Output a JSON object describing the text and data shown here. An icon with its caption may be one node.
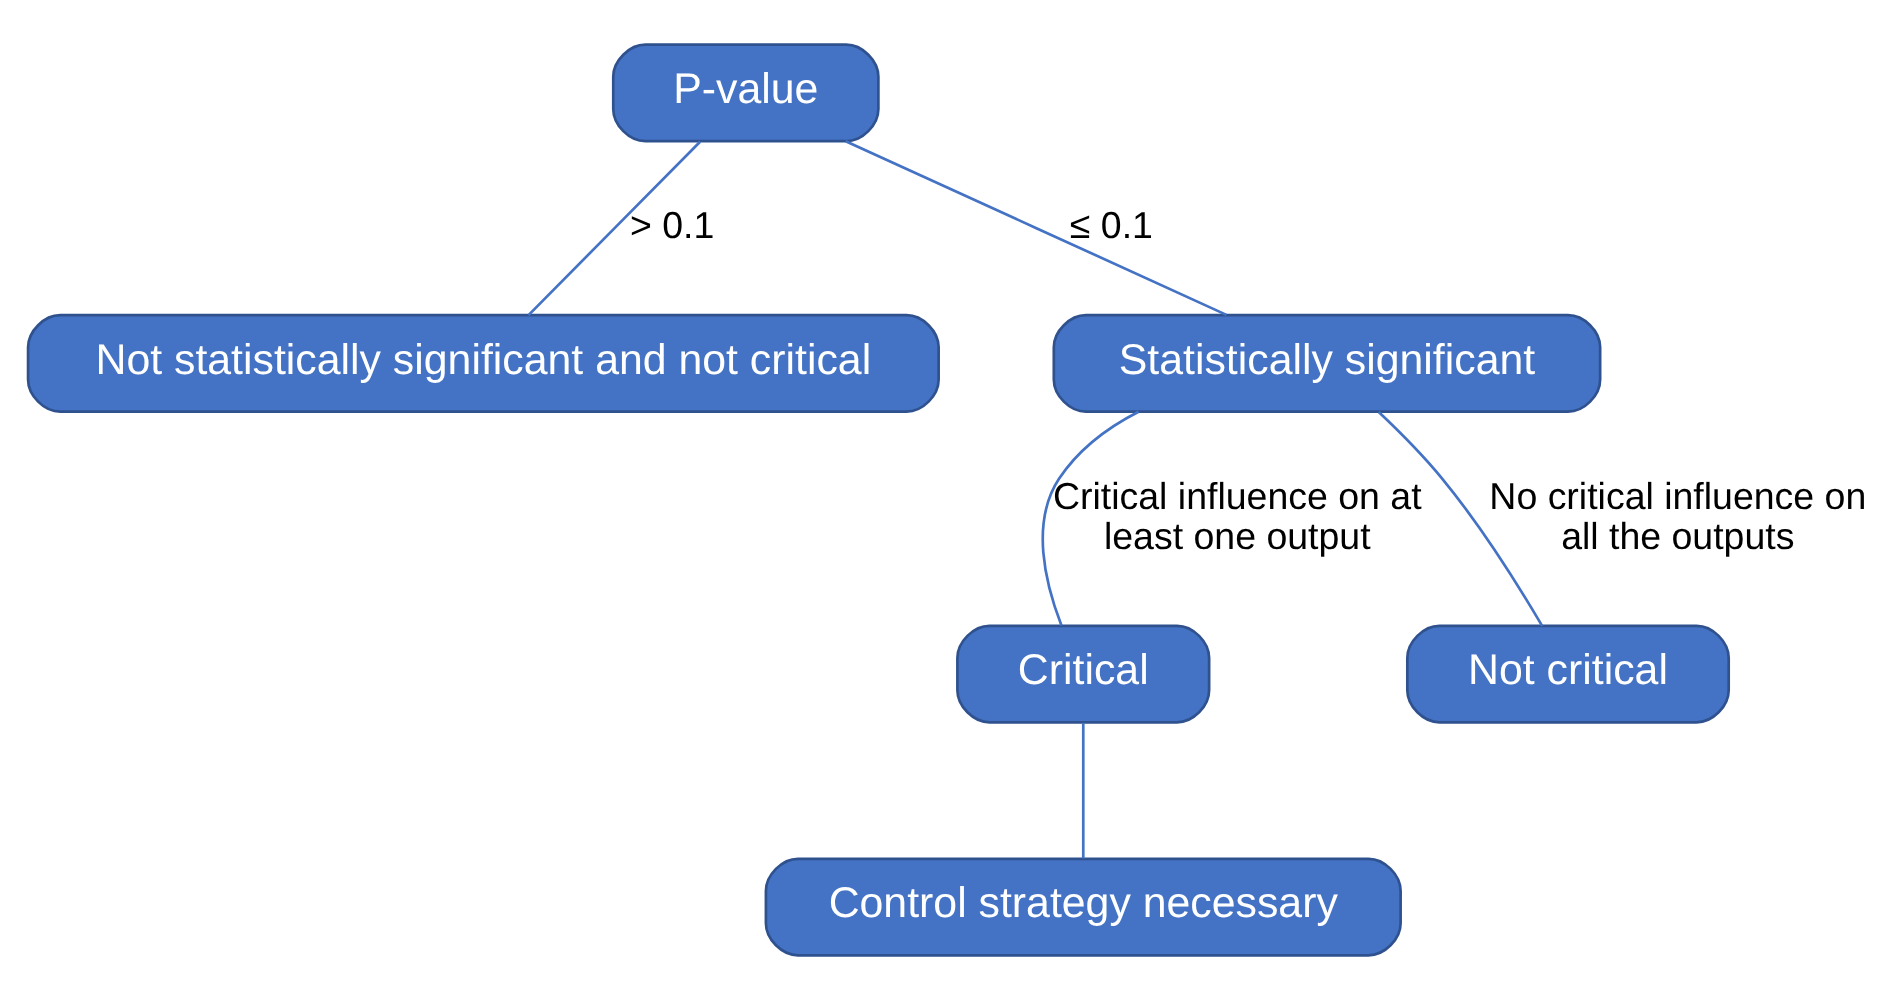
{
  "diagram": {
    "nodes": [
      {
        "text": [
          "P-value"
        ]
      },
      {
        "text": [
          "Not statistically significant and not critical"
        ]
      },
      {
        "text": [
          "Statistically significant"
        ]
      },
      {
        "text": [
          "Critical"
        ]
      },
      {
        "text": [
          "Not critical"
        ]
      },
      {
        "text": [
          "Control strategy necessary"
        ]
      }
    ],
    "edges": [
      {
        "from": 0,
        "to": 1,
        "arrow": "none",
        "label": "> 0.1"
      },
      {
        "from": 0,
        "to": 2,
        "arrow": "none",
        "label": "≤ 0.1"
      },
      {
        "from": 2,
        "to": 3,
        "arrow": "none",
        "label": "Critical influence on at least one output"
      },
      {
        "from": 2,
        "to": 4,
        "arrow": "none",
        "label": "No critical influence on all the outputs"
      },
      {
        "from": 3,
        "to": 5,
        "arrow": "none"
      }
    ]
  }
}
